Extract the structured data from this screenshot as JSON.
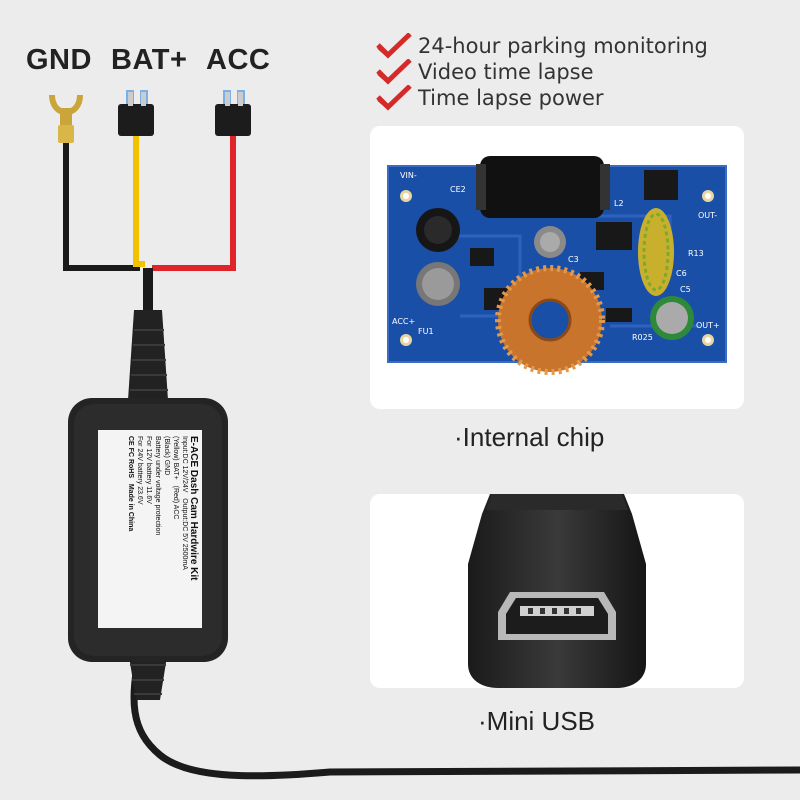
{
  "wire_labels": {
    "gnd": "GND",
    "bat": "BAT+",
    "acc": "ACC"
  },
  "features": [
    "24-hour parking monitoring",
    "Video time lapse",
    "Time lapse power"
  ],
  "captions": {
    "chip": "·Internal chip",
    "usb": "·Mini USB"
  },
  "module": {
    "brand": "E-ACE",
    "title": "Dash Cam Hardwire Kit",
    "line1": "Input:DC 12V/24V",
    "line1b": "Output:DC 5V 2500mA",
    "line2": "(Yellow) BAT+",
    "line2b": "(Red) ACC",
    "line3": "(Black) GND",
    "line4": "Battery under voltage protection",
    "line5": "For 12V battery 11.6V",
    "line6": "For 24V battery 23.6V",
    "made": "Made in China",
    "marks": "CE FC RoHS"
  },
  "pcb_labels": {
    "vin": "VIN-",
    "ce2": "CE2",
    "l2": "L2",
    "out_minus": "OUT-",
    "r13": "R13",
    "c6": "C6",
    "c5": "C5",
    "c3": "C3",
    "acc_plus": "ACC+",
    "fu1": "FU1",
    "out_plus": "OUT+",
    "r025": "R025"
  },
  "colors": {
    "background": "#ececec",
    "check_red": "#d42a2a",
    "wire_black": "#1a1a1a",
    "wire_yellow": "#f2c200",
    "wire_red": "#e0242a",
    "pcb_blue": "#1a4fa8",
    "copper": "#c8742c"
  }
}
